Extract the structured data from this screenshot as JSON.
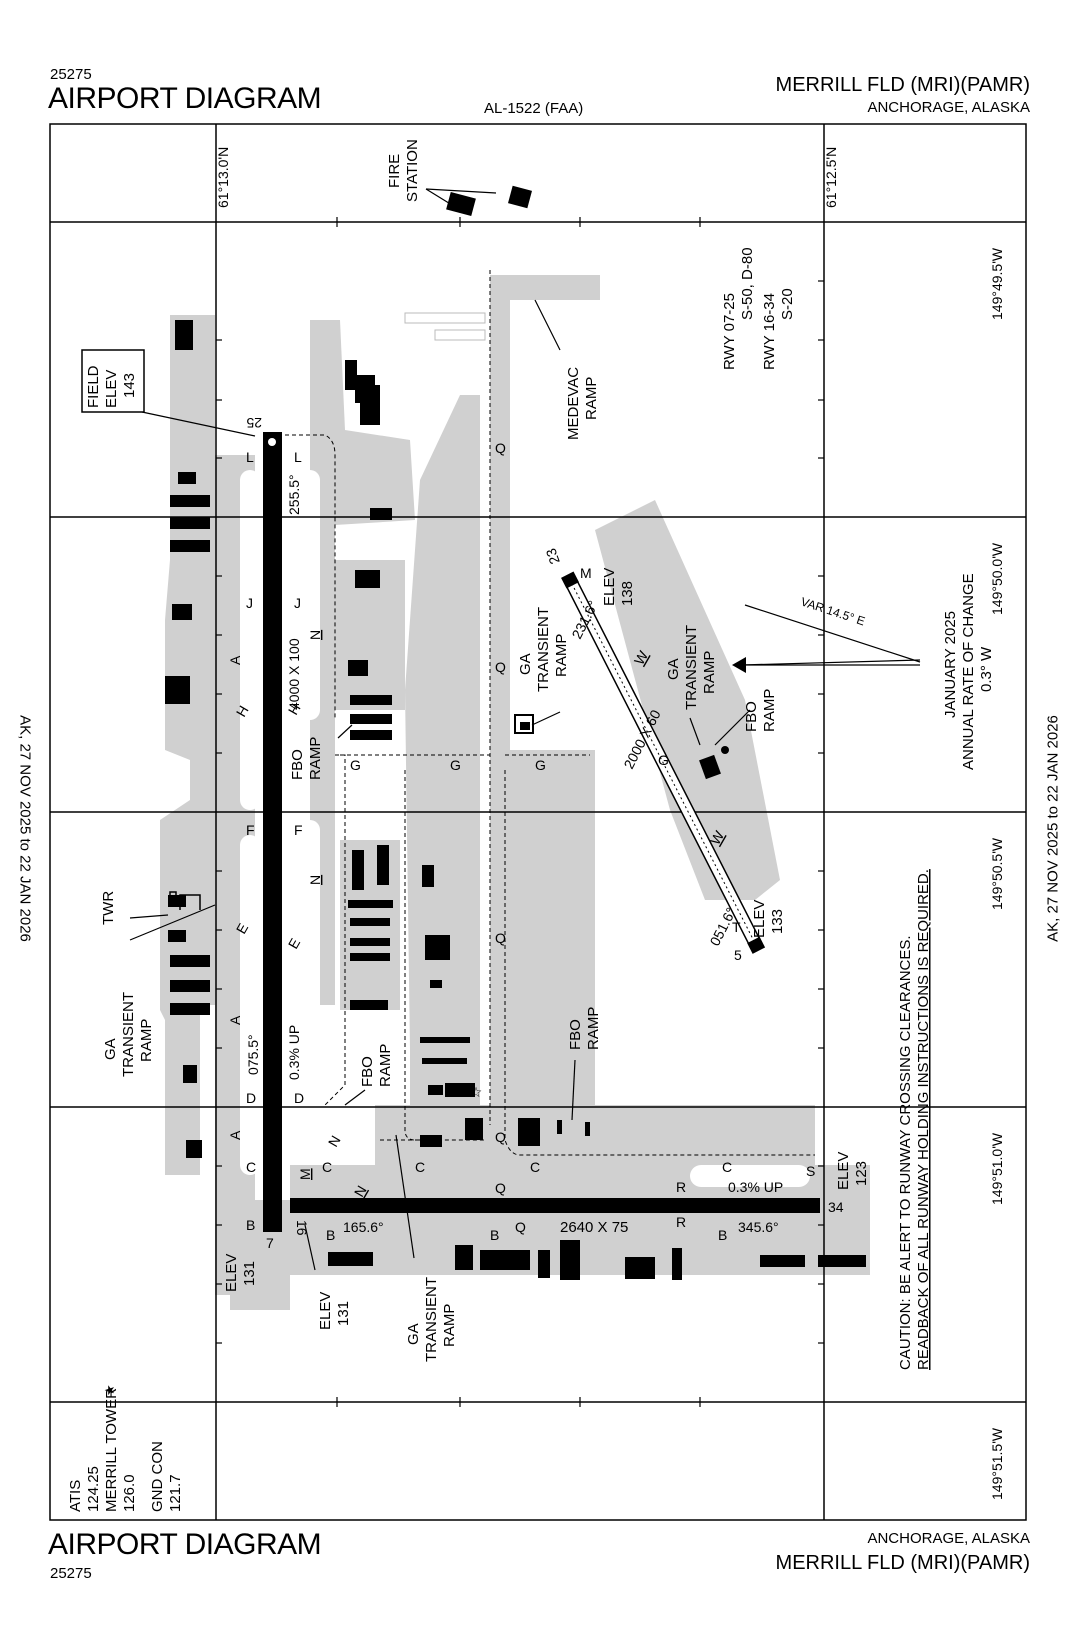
{
  "header": {
    "chart_number_top": "25275",
    "title_top": "AIRPORT DIAGRAM",
    "al_code": "AL-1522 (FAA)",
    "airport_name_top": "MERRILL FLD  (MRI)(PAMR)",
    "city_top": "ANCHORAGE, ALASKA"
  },
  "footer": {
    "chart_number_bottom": "25275",
    "title_bottom": "AIRPORT DIAGRAM",
    "city_bottom": "ANCHORAGE, ALASKA",
    "airport_name_bottom": "MERRILL FLD  (MRI)(PAMR)"
  },
  "side": {
    "left_cycle": "AK,  27 NOV 2025  to  22 JAN 2026",
    "right_cycle": "AK,  27 NOV 2025  to  22 JAN 2026"
  },
  "coords": {
    "lat_left": "61°13.0'N",
    "lat_right": "61°12.5'N",
    "lon_1": "149°49.5'W",
    "lon_2": "149°50.0'W",
    "lon_3": "149°50.5'W",
    "lon_4": "149°51.0'W",
    "lon_5": "149°51.5'W"
  },
  "field_elev": {
    "line1": "FIELD",
    "line2": "ELEV",
    "line3": "143"
  },
  "fire_station": {
    "line1": "FIRE",
    "line2": "STATION"
  },
  "strength": {
    "line1a": "RWY  07-25",
    "line1b": "S-50, D-80",
    "line2a": "RWY  16-34",
    "line2b": "S-20"
  },
  "magnetic": {
    "var": "VAR 14.5° E",
    "line1": "JANUARY 2025",
    "line2": "ANNUAL RATE OF CHANGE",
    "line3": "0.3° W"
  },
  "caution": {
    "line1": "CAUTION: BE ALERT TO RUNWAY CROSSING CLEARANCES.",
    "line2": "READBACK OF ALL RUNWAY HOLDING INSTRUCTIONS IS REQUIRED."
  },
  "comm": {
    "atis_label": "ATIS",
    "atis_freq": "124.25",
    "tower_label": "MERRILL TOWER",
    "tower_freq": "126.0",
    "gnd_label": "GND CON",
    "gnd_freq": "121.7"
  },
  "runways": {
    "rwy_25_7": {
      "end_a": "25",
      "end_b": "7",
      "dims": "4000 X 100",
      "hdg_a": "255.5°",
      "hdg_b": "075.5°",
      "grade": "0.3% UP"
    },
    "rwy_16_34": {
      "end_a": "16",
      "end_b": "34",
      "dims": "2640 X 75",
      "hdg_a": "165.6°",
      "hdg_b": "345.6°",
      "grade": "0.3% UP"
    },
    "rwy_23_5": {
      "end_a": "23",
      "end_b": "5",
      "dims": "2000 X 60",
      "hdg_a": "231.6°",
      "hdg_b": "051.6°"
    }
  },
  "elevations": {
    "e138": "138",
    "e133": "133",
    "e123": "123",
    "e131a": "131",
    "e131b": "131",
    "label": "ELEV"
  },
  "ramps": {
    "medevac": [
      "MEDEVAC",
      "RAMP"
    ],
    "ga_transient": [
      "GA",
      "TRANSIENT",
      "RAMP"
    ],
    "fbo": [
      "FBO",
      "RAMP"
    ],
    "twr": "TWR"
  },
  "taxiways": [
    "A",
    "B",
    "C",
    "D",
    "E",
    "F",
    "G",
    "H",
    "J",
    "K",
    "L",
    "M",
    "N",
    "Q",
    "R",
    "S",
    "T",
    "W"
  ]
}
